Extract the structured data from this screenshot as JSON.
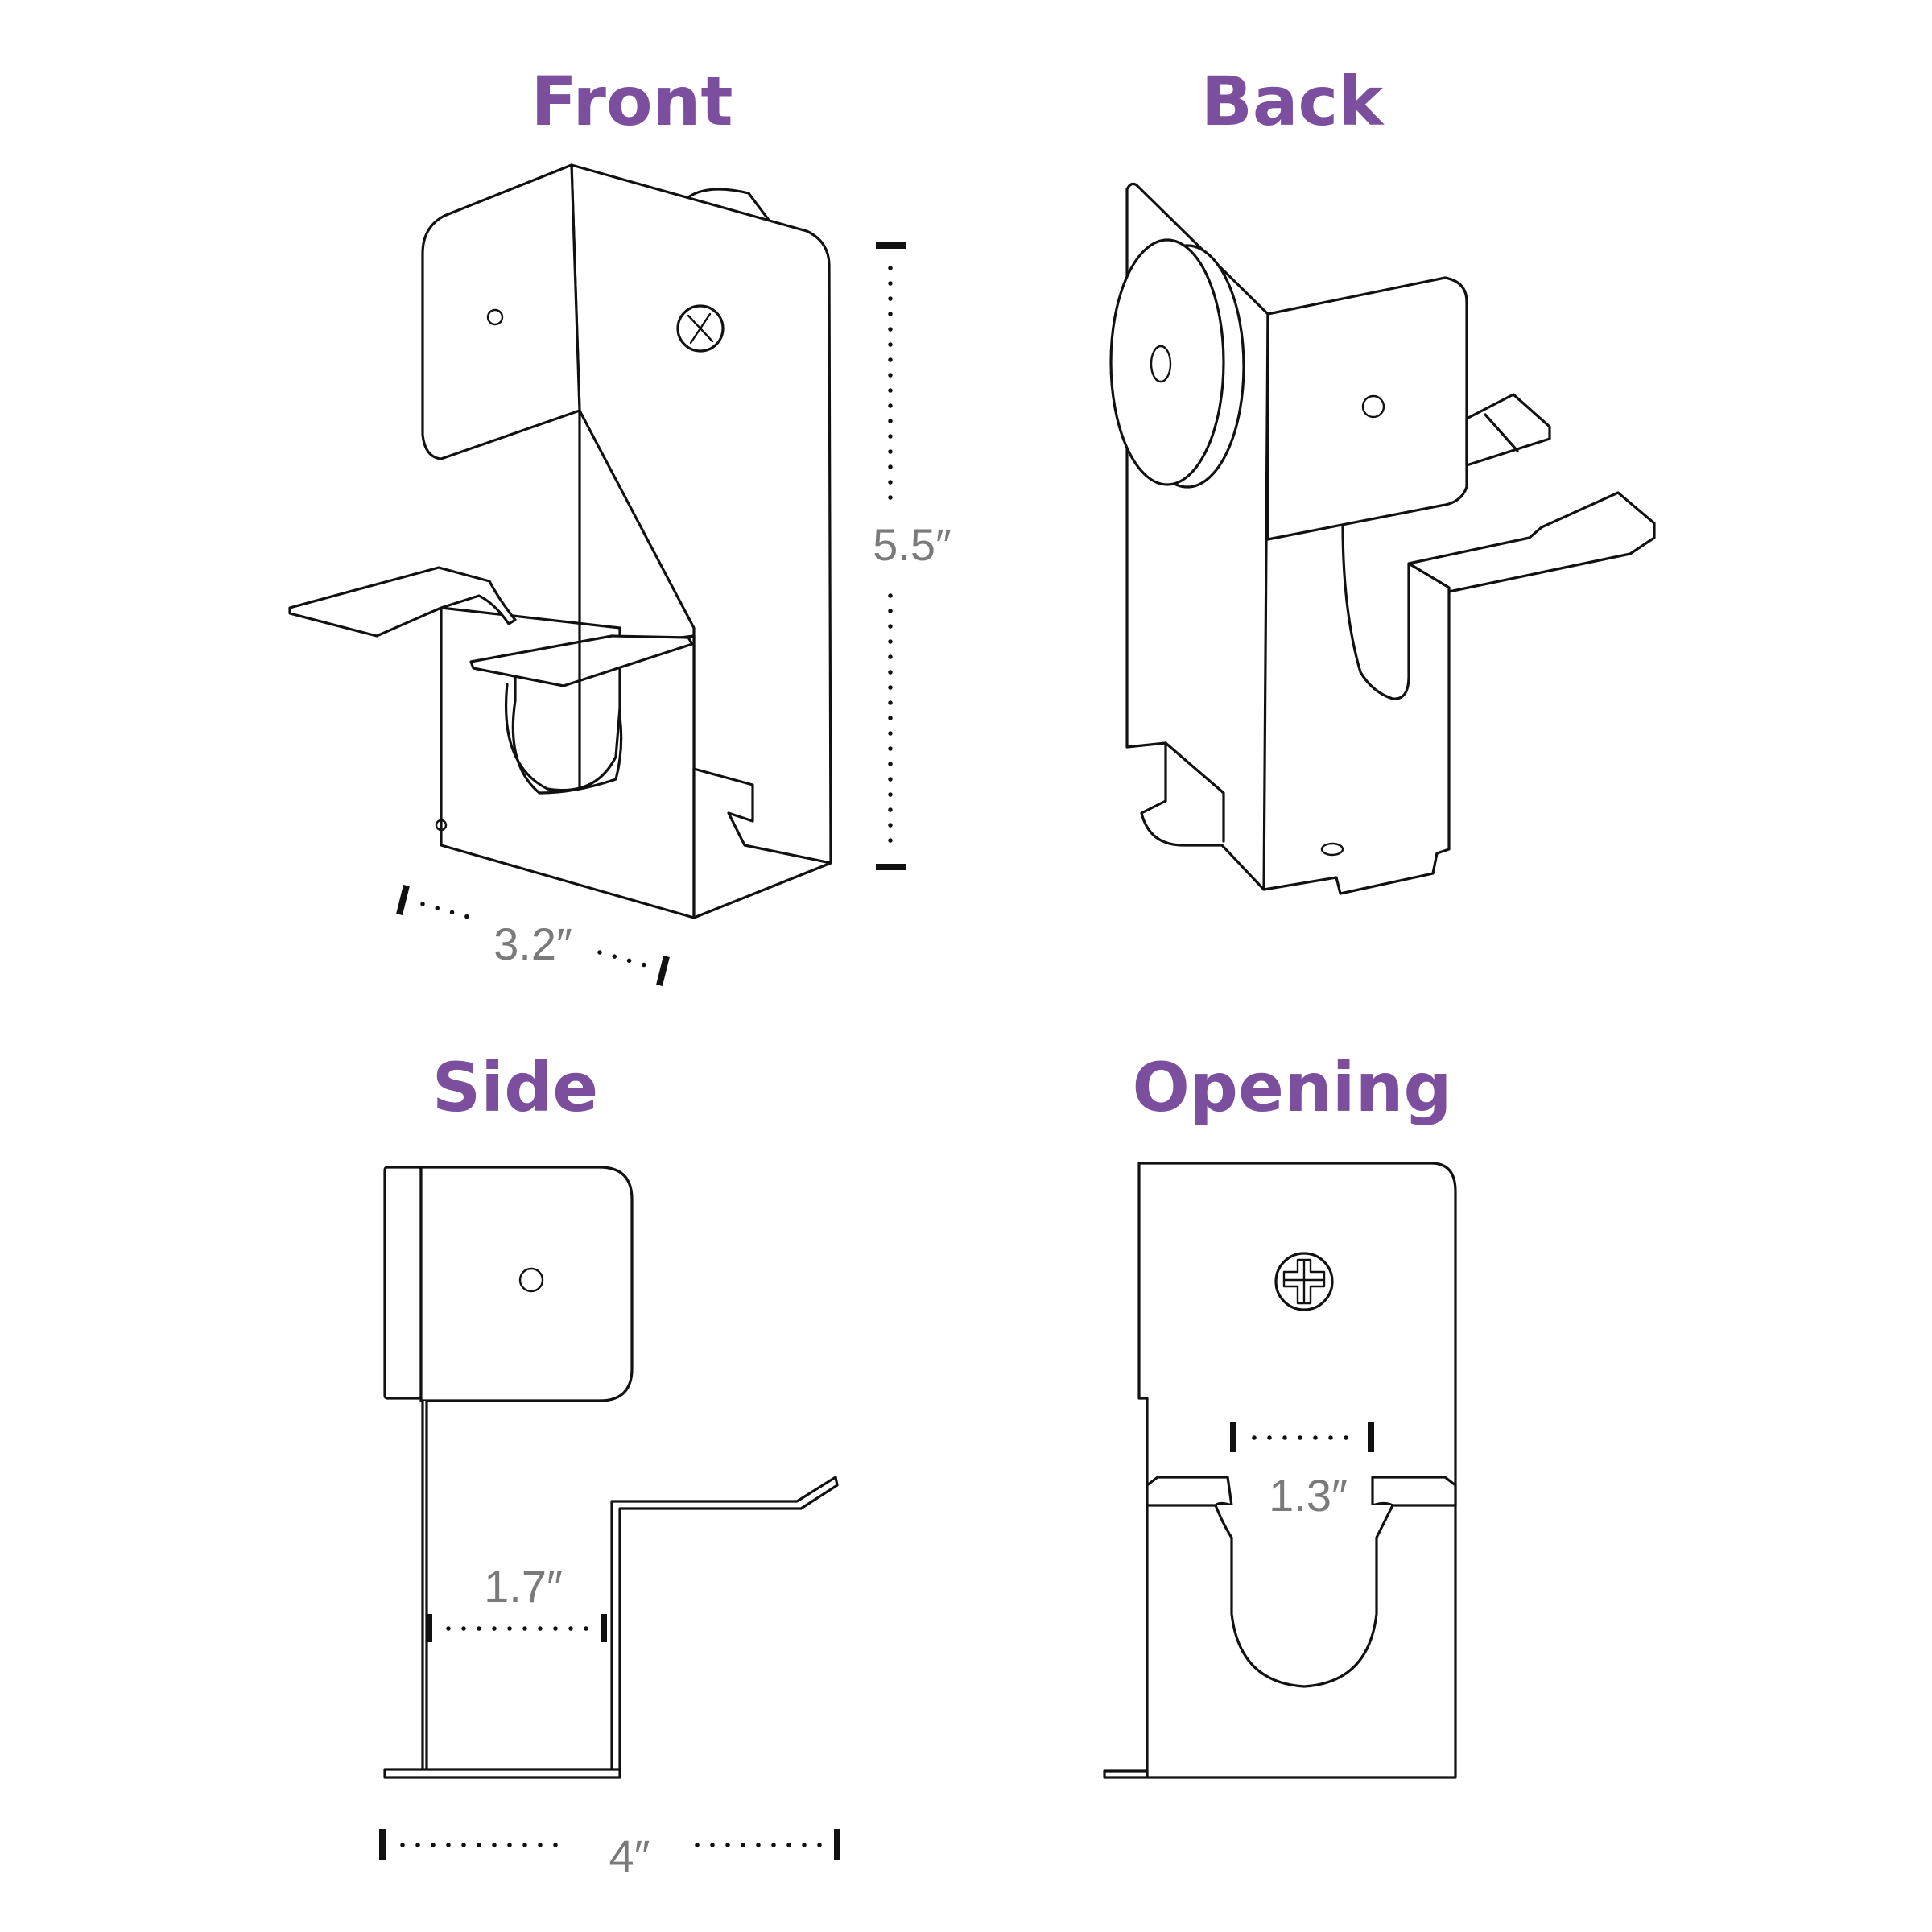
{
  "colors": {
    "title": "#7b4f9d",
    "dimension_text": "#7a7a7a",
    "line": "#111111"
  },
  "views": {
    "front": {
      "title": "Front",
      "height_label": "5.5″",
      "width_label": "3.2″"
    },
    "back": {
      "title": "Back"
    },
    "side": {
      "title": "Side",
      "inner_label": "1.7″",
      "depth_label": "4″"
    },
    "opening": {
      "title": "Opening",
      "opening_label": "1.3″"
    }
  }
}
